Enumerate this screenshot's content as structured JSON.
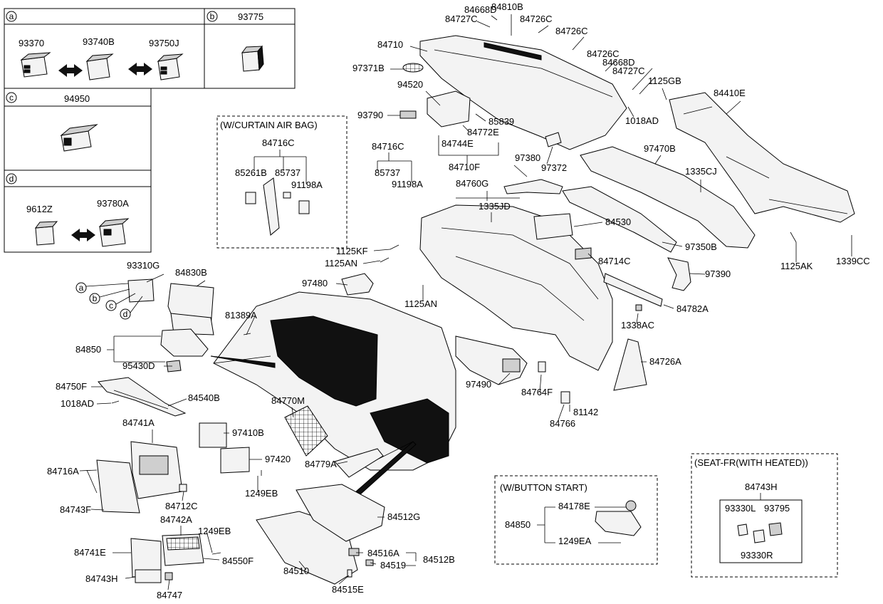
{
  "inset_boxes": {
    "a": {
      "letter": "a",
      "parts": [
        "93370",
        "93740B",
        "93750J"
      ]
    },
    "b": {
      "letter": "b",
      "parts": [
        "93775"
      ]
    },
    "c": {
      "letter": "c",
      "parts": [
        "94950"
      ]
    },
    "d": {
      "letter": "d",
      "parts": [
        "9612Z",
        "93780A"
      ]
    }
  },
  "option_boxes": {
    "curtain_airbag": {
      "title": "(W/CURTAIN AIR BAG)",
      "parts": [
        "84716C",
        "85261B",
        "85737",
        "91198A"
      ]
    },
    "button_start": {
      "title": "(W/BUTTON START)",
      "parts": [
        "84850",
        "84178E",
        "1249EA"
      ]
    },
    "seat_heated": {
      "title": "(SEAT-FR(WITH HEATED))",
      "parts": [
        "84743H",
        "93330L",
        "93795",
        "93330R"
      ]
    }
  },
  "callout_letters": [
    "a",
    "b",
    "c",
    "d"
  ],
  "part_labels": {
    "p84668D_top": "84668D",
    "p84810B": "84810B",
    "p84727C_top": "84727C",
    "p84726C_1": "84726C",
    "p84726C_2": "84726C",
    "p84710": "84710",
    "p84726C_3": "84726C",
    "p84668D_2": "84668D",
    "p84727C_2": "84727C",
    "p97371B": "97371B",
    "p1125GB": "1125GB",
    "p84410E": "84410E",
    "p94520": "94520",
    "p93790": "93790",
    "p85839": "85839",
    "p84772E": "84772E",
    "p1018AD_r": "1018AD",
    "p84744E": "84744E",
    "p84716C": "84716C",
    "p97380": "97380",
    "p97372": "97372",
    "p97470B": "97470B",
    "p84710F": "84710F",
    "p85737": "85737",
    "p91198A": "91198A",
    "p84760G": "84760G",
    "p1335CJ": "1335CJ",
    "p1335JD": "1335JD",
    "p84530": "84530",
    "p1125KF": "1125KF",
    "p1125AN_1": "1125AN",
    "p84714C": "84714C",
    "p97350B": "97350B",
    "p1125AK": "1125AK",
    "p1339CC": "1339CC",
    "p93310G": "93310G",
    "p84830B": "84830B",
    "p97480": "97480",
    "p97390": "97390",
    "p1125AN_2": "1125AN",
    "p84782A": "84782A",
    "p81389A": "81389A",
    "p1338AC": "1338AC",
    "p84850": "84850",
    "p95430D": "95430D",
    "p84726A": "84726A",
    "p84750F": "84750F",
    "p84540B": "84540B",
    "p97490": "97490",
    "p84764F": "84764F",
    "p1018AD_l": "1018AD",
    "p84770M": "84770M",
    "p81142": "81142",
    "p84766": "84766",
    "p84741A": "84741A",
    "p97410B": "97410B",
    "p97420": "97420",
    "p84779A": "84779A",
    "p84716A": "84716A",
    "p1249EB_1": "1249EB",
    "p84743F": "84743F",
    "p84712C": "84712C",
    "p84742A": "84742A",
    "p84512G": "84512G",
    "p1249EB_2": "1249EB",
    "p84741E": "84741E",
    "p84550F": "84550F",
    "p84516A": "84516A",
    "p84512B": "84512B",
    "p84510": "84510",
    "p84519": "84519",
    "p84743H": "84743H",
    "p84747": "84747",
    "p84515E": "84515E"
  }
}
